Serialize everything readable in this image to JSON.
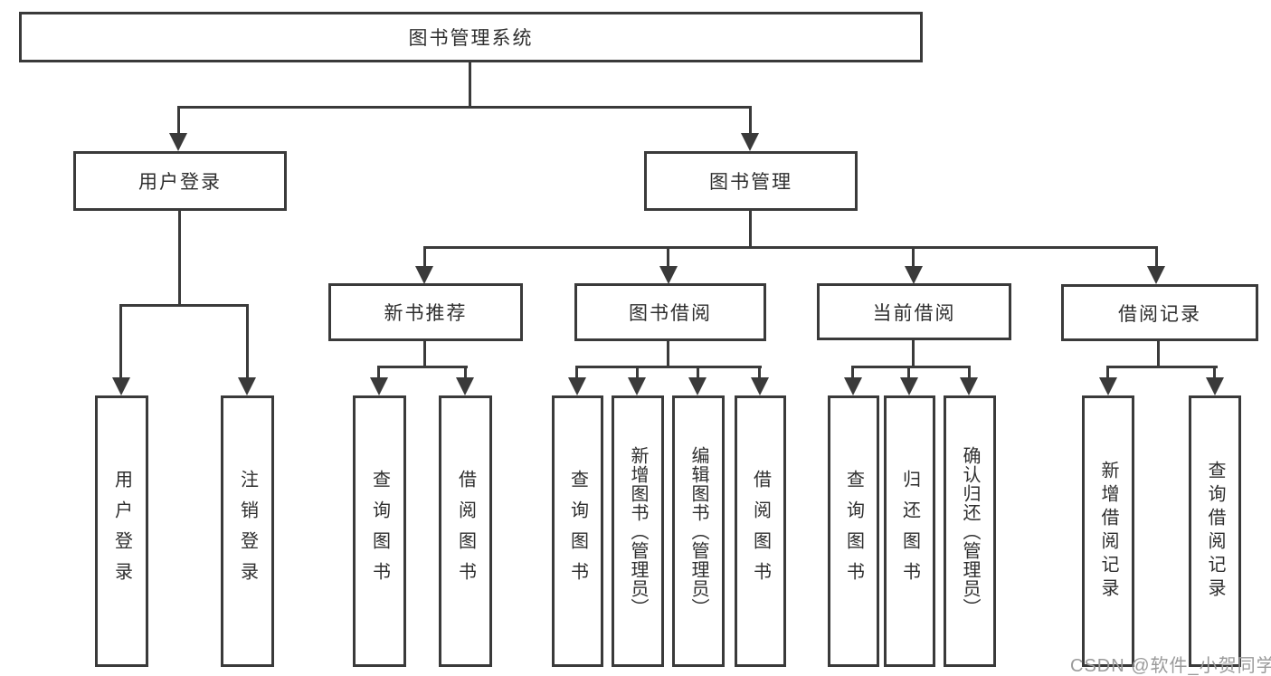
{
  "tree": {
    "root": {
      "label": "图书管理系统"
    },
    "branches": [
      {
        "label": "用户登录",
        "children": [
          {
            "label": "用户登录"
          },
          {
            "label": "注销登录"
          }
        ]
      },
      {
        "label": "图书管理",
        "children": [
          {
            "label": "新书推荐",
            "children": [
              {
                "label": "查询图书"
              },
              {
                "label": "借阅图书"
              }
            ]
          },
          {
            "label": "图书借阅",
            "children": [
              {
                "label": "查询图书"
              },
              {
                "label": "新增图书（管理员）"
              },
              {
                "label": "编辑图书（管理员）"
              },
              {
                "label": "借阅图书"
              }
            ]
          },
          {
            "label": "当前借阅",
            "children": [
              {
                "label": "查询图书"
              },
              {
                "label": "归还图书"
              },
              {
                "label": "确认归还（管理员）"
              }
            ]
          },
          {
            "label": "借阅记录",
            "children": [
              {
                "label": "新增借阅记录"
              },
              {
                "label": "查询借阅记录"
              }
            ]
          }
        ]
      }
    ]
  },
  "watermark": {
    "text": "CSDN @软件_小贺同学"
  },
  "colors": {
    "line": "#3a3a3a",
    "text": "#2e2e2e",
    "boxbg": "#ffffff",
    "watermark": "#9a9a9a"
  }
}
